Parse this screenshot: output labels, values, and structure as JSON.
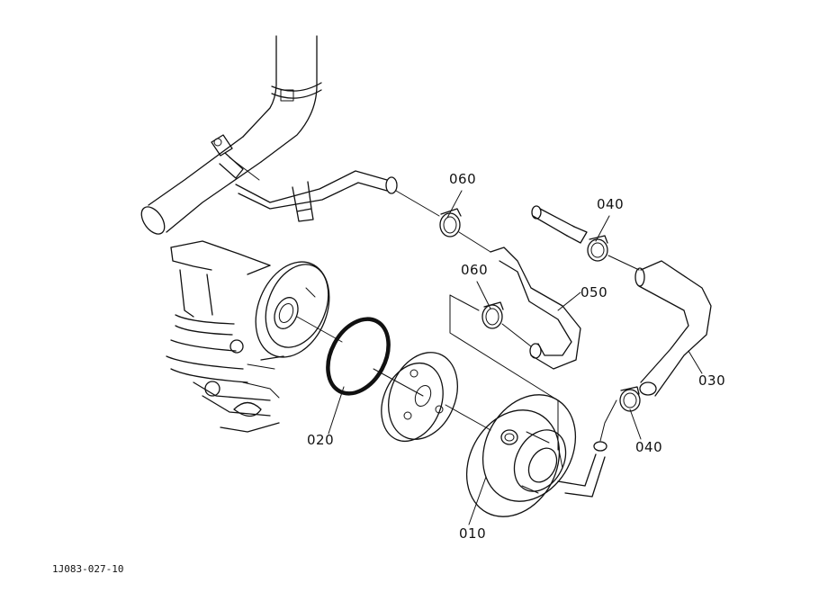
{
  "part_labels": {
    "p010": "010",
    "p020": "020",
    "p030": "030",
    "p040_top": "040",
    "p040_bottom": "040",
    "p050": "050",
    "p060_top": "060",
    "p060_mid": "060"
  },
  "drawing_code": "1J083-027-10"
}
